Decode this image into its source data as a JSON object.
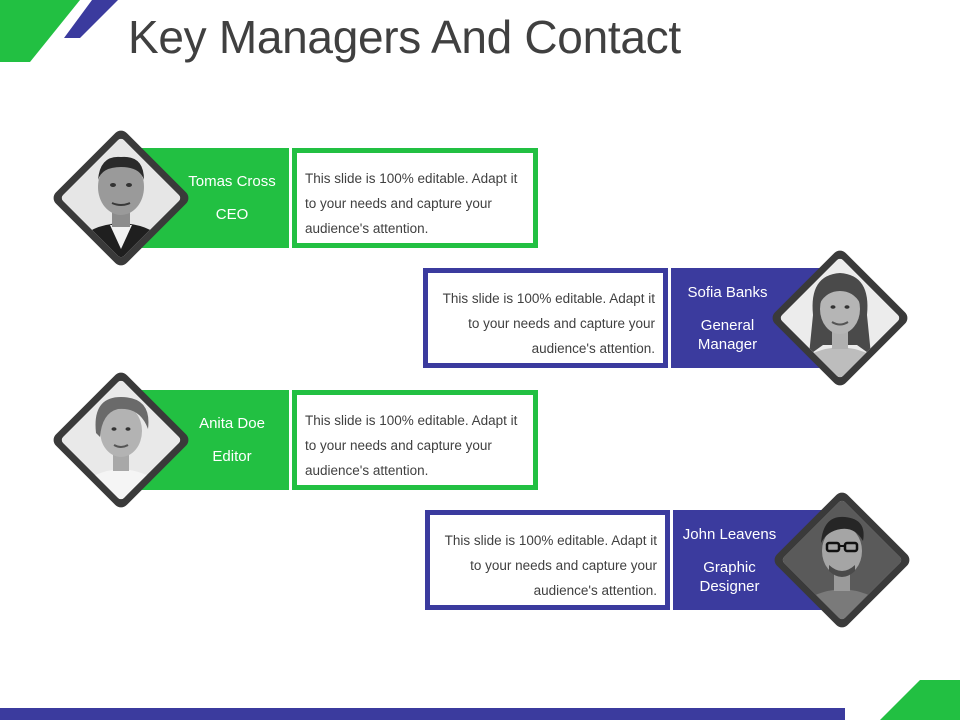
{
  "title": "Key Managers And Contact",
  "colors": {
    "green": "#22c042",
    "blue": "#3b3b9e",
    "frame": "#3a3a3a",
    "text": "#404040"
  },
  "people": [
    {
      "name": "Tomas Cross",
      "role": "CEO",
      "description": "This slide is 100% editable. Adapt it to your needs and capture your audience's attention.",
      "color": "green",
      "photo_icon": "man-portrait-icon"
    },
    {
      "name": "Sofia Banks",
      "role": "General\nManager",
      "description": "This slide is 100% editable. Adapt it to your needs and capture your audience's attention.",
      "color": "blue",
      "photo_icon": "woman-portrait-icon"
    },
    {
      "name": "Anita Doe",
      "role": "Editor",
      "description": "This slide is 100% editable. Adapt it to your needs and capture your audience's attention.",
      "color": "green",
      "photo_icon": "woman-portrait-icon"
    },
    {
      "name": "John Leavens",
      "role": "Graphic\nDesigner",
      "description": "This slide is 100% editable. Adapt it to your needs and capture your audience's attention.",
      "color": "blue",
      "photo_icon": "man-glasses-portrait-icon"
    }
  ]
}
